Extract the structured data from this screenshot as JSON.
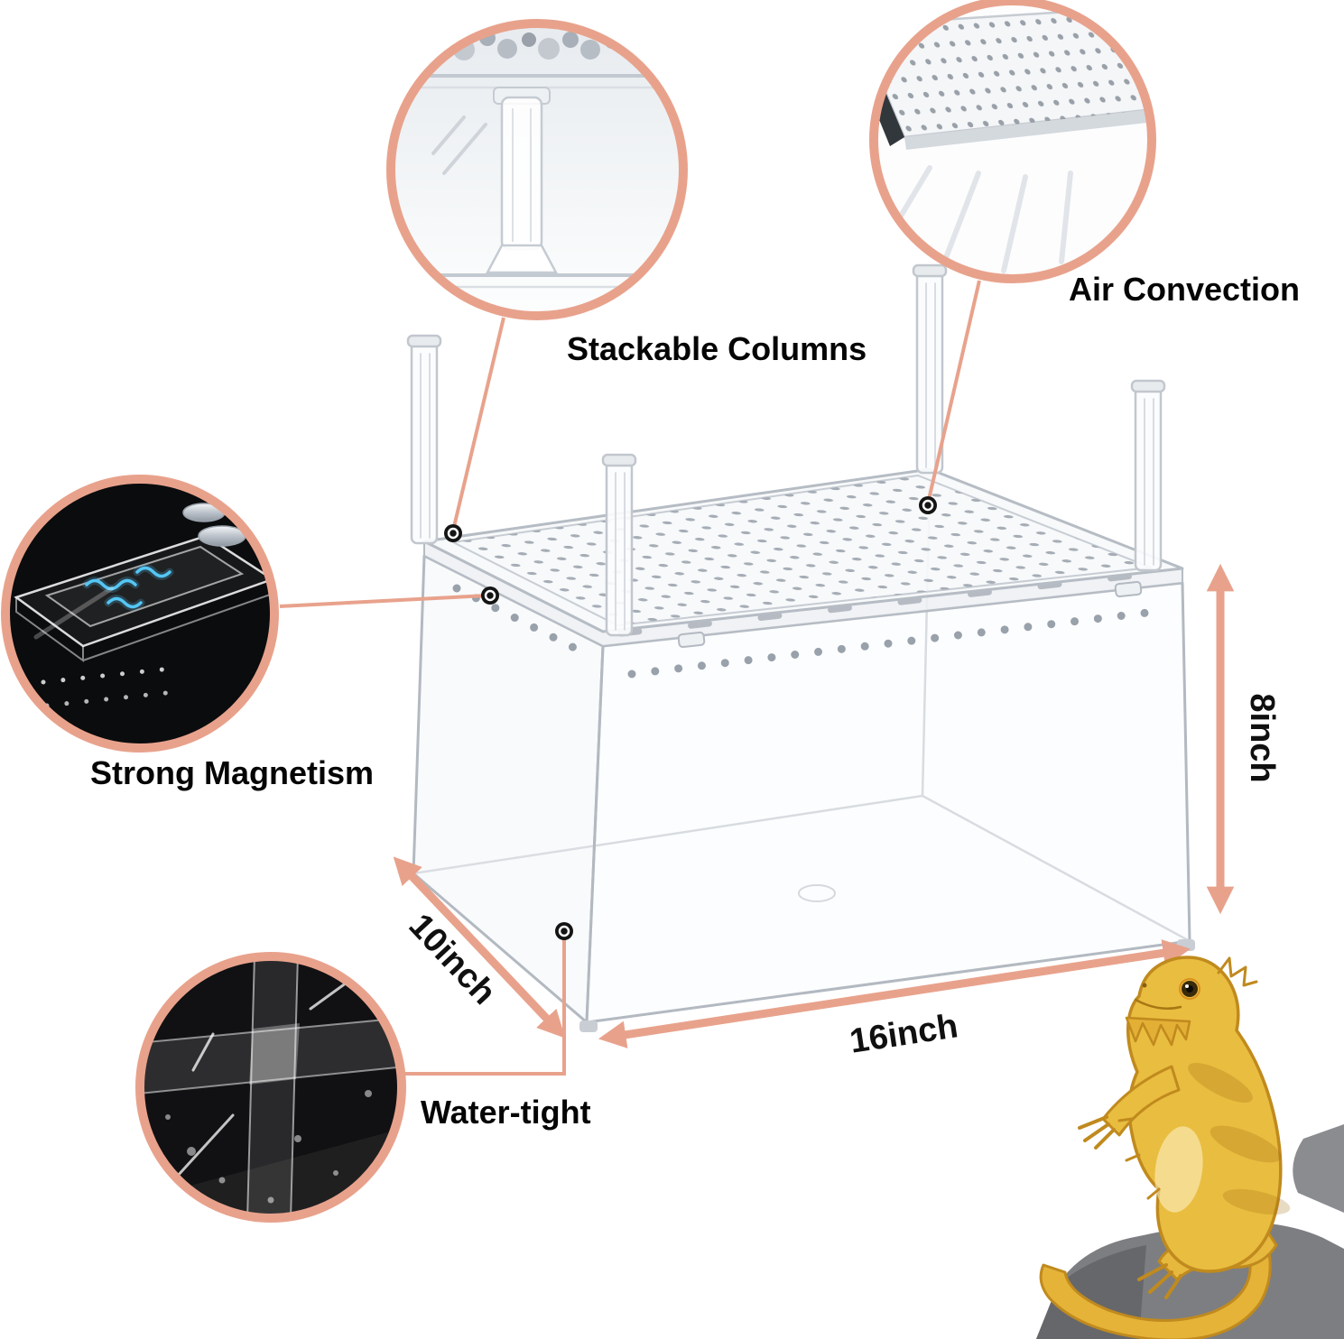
{
  "callouts": [
    {
      "id": "stackable-columns",
      "label": "Stackable Columns"
    },
    {
      "id": "air-convection",
      "label": "Air Convection"
    },
    {
      "id": "strong-magnetism",
      "label": "Strong Magnetism"
    },
    {
      "id": "water-tight",
      "label": "Water-tight"
    }
  ],
  "dimensions": {
    "height": "8inch",
    "length": "16inch",
    "depth": "10inch"
  },
  "colors": {
    "accent": "#E8A28C",
    "label_text": "#050505",
    "magnet_field_blue": "#54C6F4",
    "lizard_yellow": "#E9BD3F"
  },
  "icons": {
    "callout_circle_1": "stackable-column-closeup-photo",
    "callout_circle_2": "perforated-lid-closeup-photo",
    "callout_circle_3": "magnetic-lid-closeup-photo",
    "callout_circle_4": "acrylic-seam-closeup-photo",
    "mascot": "bearded-dragon-photo"
  }
}
